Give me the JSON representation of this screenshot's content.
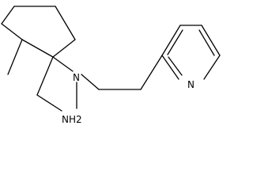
{
  "molecule": {
    "atom_labels": {
      "nh2": "NH2",
      "n_amine": "N",
      "n_pyridine": "N"
    },
    "colors": {
      "bond": "#000000",
      "text": "#000000",
      "background": "#ffffff"
    }
  }
}
